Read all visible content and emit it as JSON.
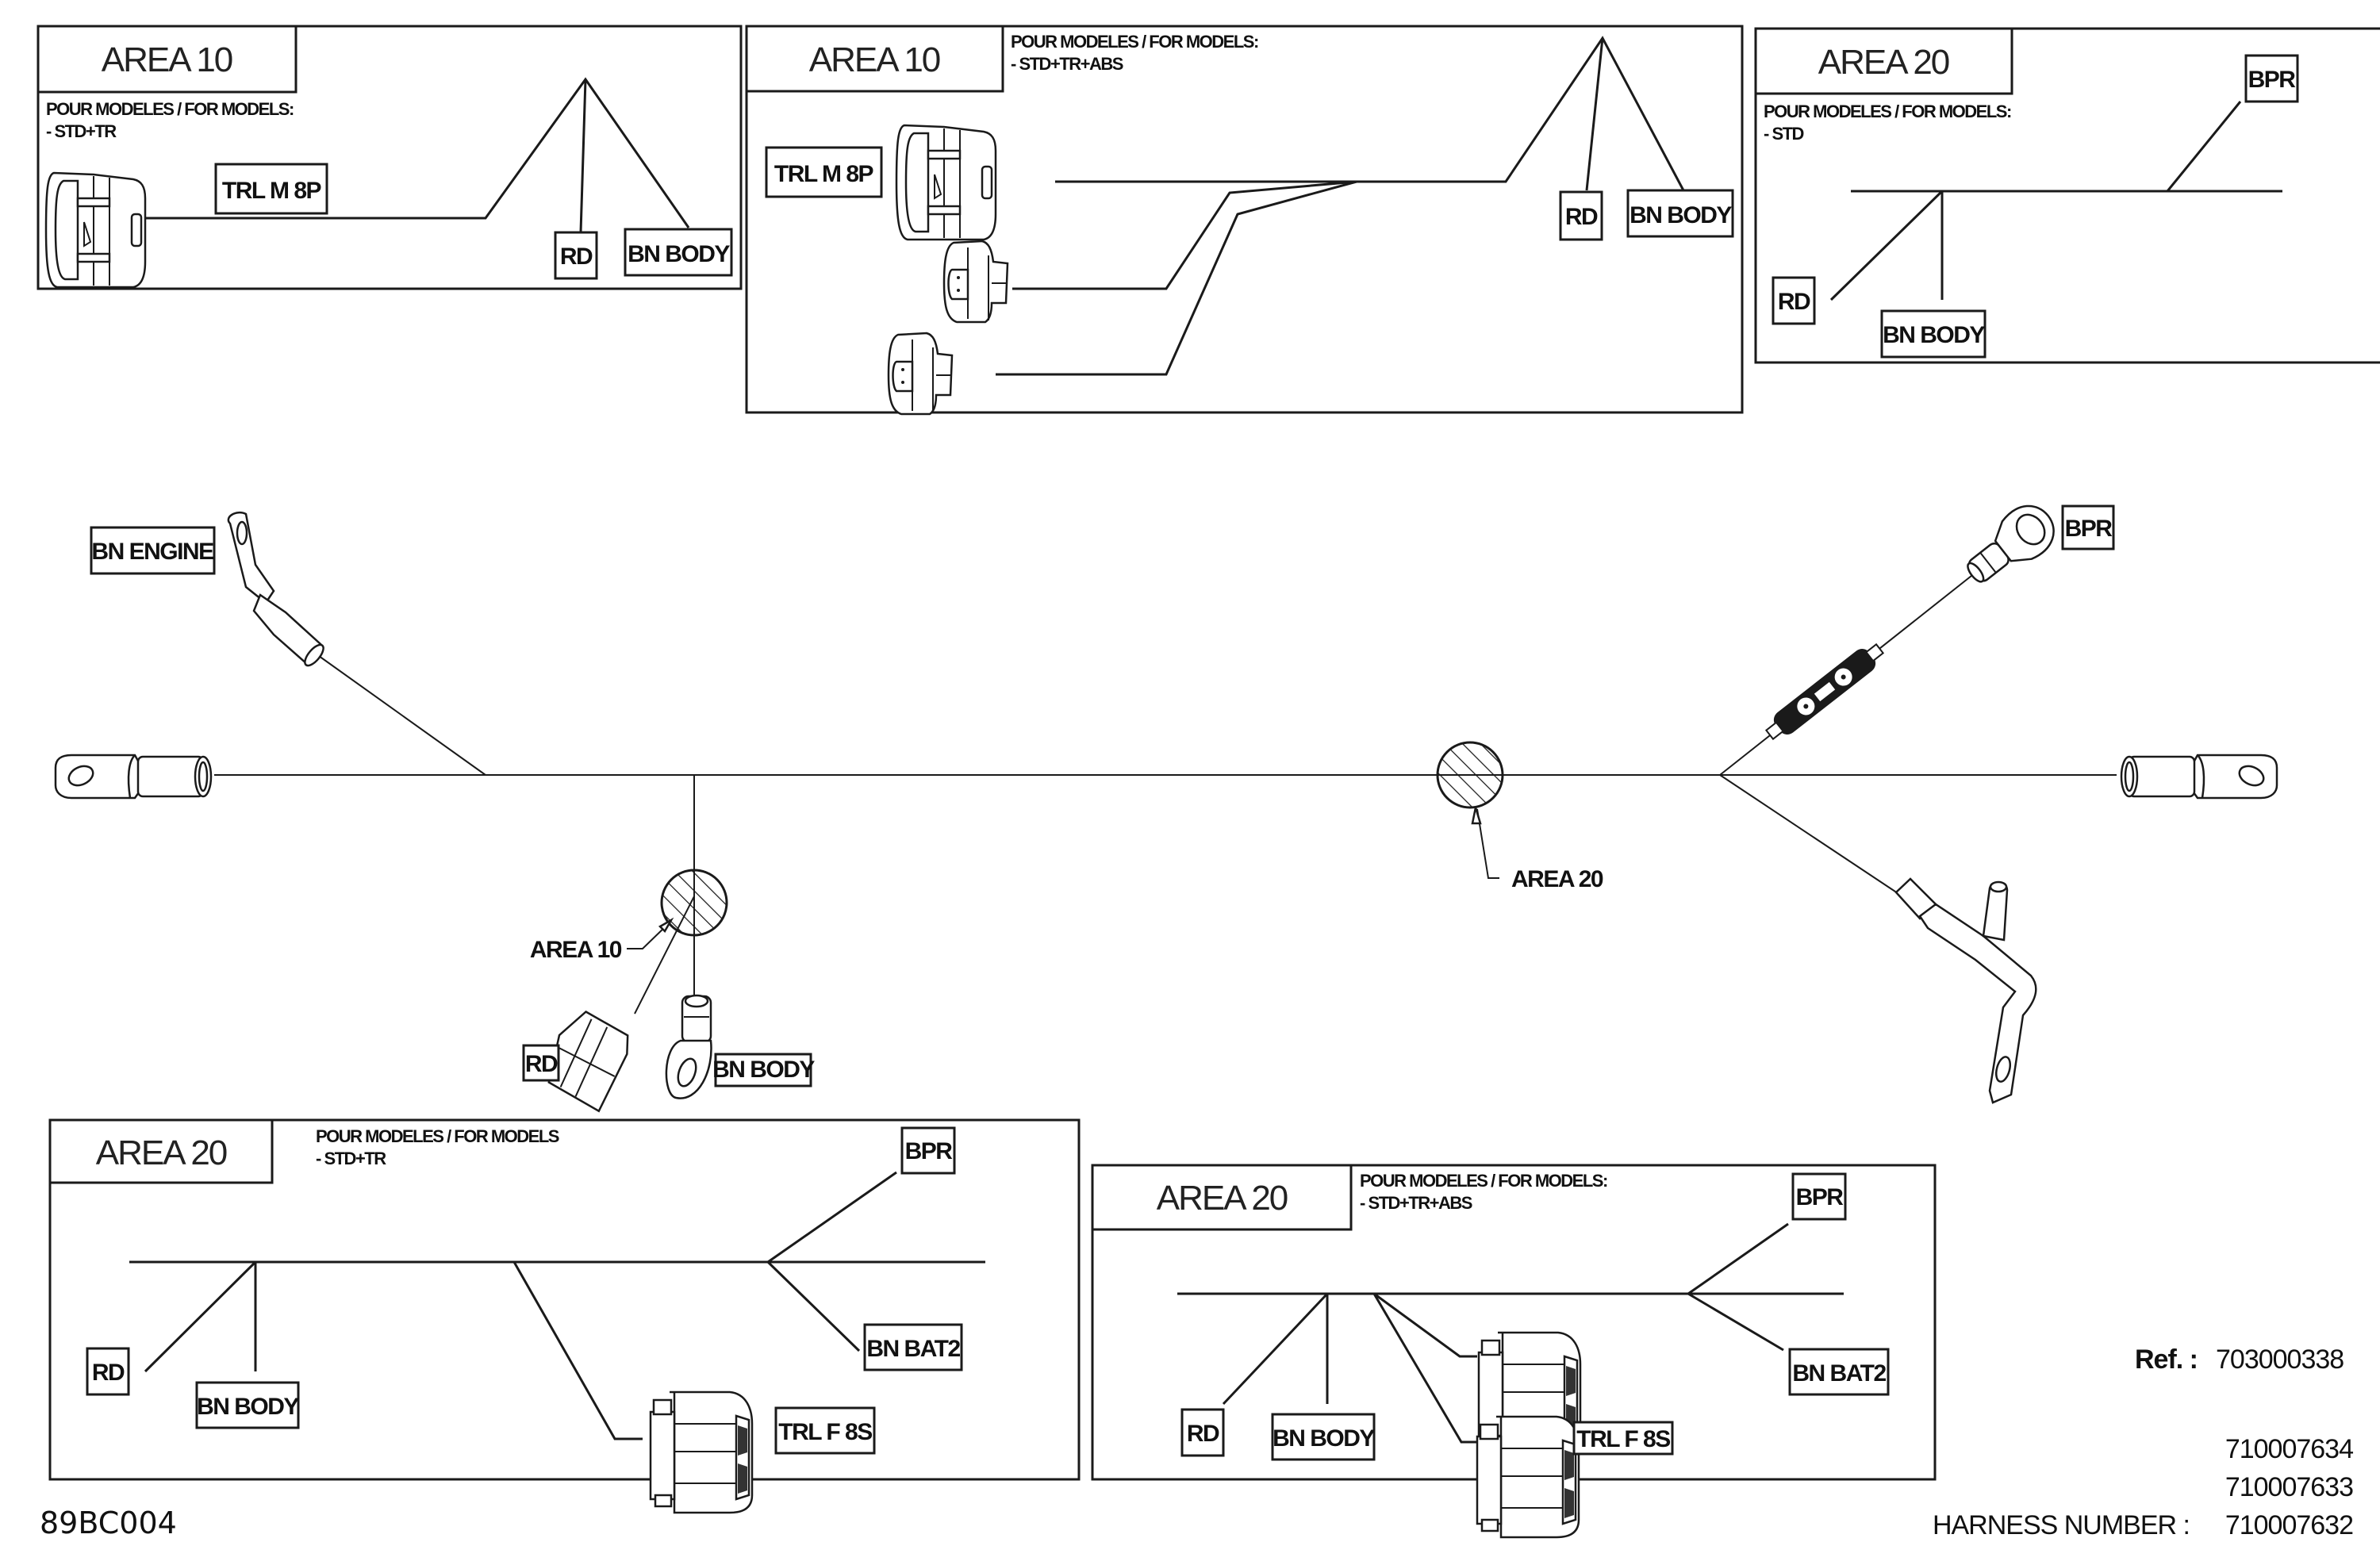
{
  "drawing": {
    "code": "89BC004",
    "ref_label": "Ref. :",
    "ref_value": "703000338",
    "harness_label": "HARNESS NUMBER :",
    "harness_numbers": [
      "710007634",
      "710007633",
      "710007632"
    ]
  },
  "main_harness": {
    "labels": {
      "bn_engine": "BN  ENGINE",
      "bpr": "BPR",
      "rd": "RD",
      "bn_body": "BN  BODY",
      "area10": "AREA 10",
      "area20": "AREA 20"
    }
  },
  "details": [
    {
      "id": "top-left",
      "title": "AREA 10",
      "models_heading": "POUR MODELES / FOR MODELS:",
      "models": "- STD+TR",
      "labels": [
        "TRL  M  8P",
        "RD",
        "BN  BODY"
      ]
    },
    {
      "id": "top-middle",
      "title": "AREA 10",
      "models_heading": "POUR MODELES / FOR MODELS:",
      "models": "- STD+TR+ABS",
      "labels": [
        "TRL  M  8P",
        "RD",
        "BN  BODY"
      ]
    },
    {
      "id": "top-right",
      "title": "AREA 20",
      "models_heading": "POUR MODELES / FOR MODELS:",
      "models": "- STD",
      "labels": [
        "BPR",
        "RD",
        "BN  BODY"
      ]
    },
    {
      "id": "bottom-left",
      "title": "AREA 20",
      "models_heading": "POUR MODELES / FOR MODELS",
      "models": "- STD+TR",
      "labels": [
        "BPR",
        "BN  BAT2",
        "RD",
        "BN  BODY",
        "TRL  F  8S"
      ]
    },
    {
      "id": "bottom-middle",
      "title": "AREA 20",
      "models_heading": "POUR MODELES / FOR MODELS:",
      "models": "- STD+TR+ABS",
      "labels": [
        "BPR",
        "BN  BAT2",
        "RD",
        "BN  BODY",
        "TRL  F  8S"
      ]
    }
  ]
}
